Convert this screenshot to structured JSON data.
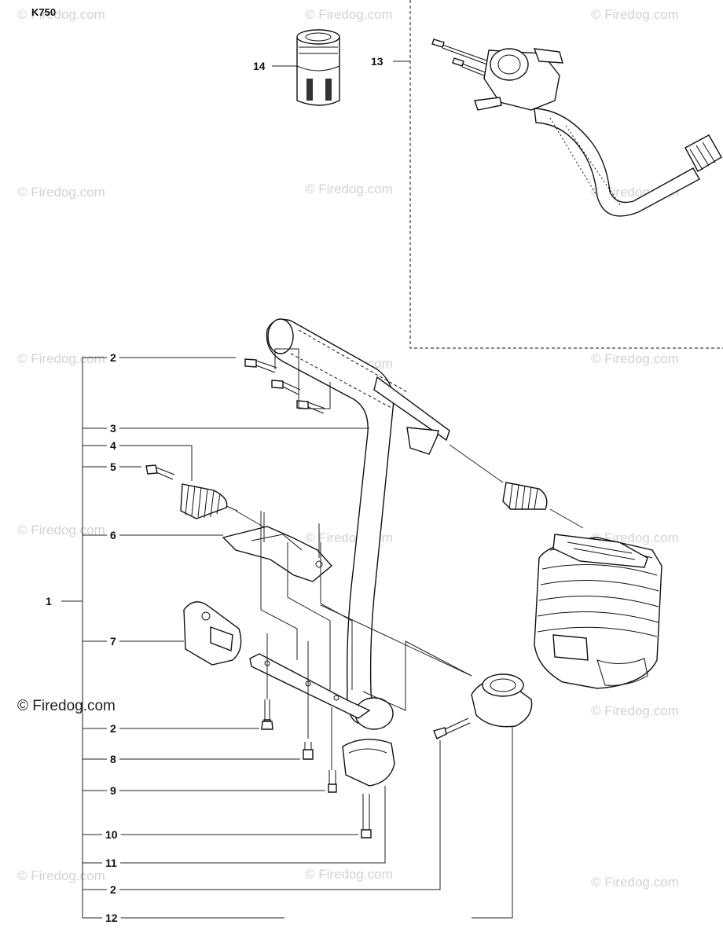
{
  "model": "K750",
  "watermark": "© Firedog.com",
  "callouts": {
    "c14": "14",
    "c13": "13",
    "c1": "1",
    "c2a": "2",
    "c3": "3",
    "c4": "4",
    "c5": "5",
    "c6": "6",
    "c7": "7",
    "c2b": "2",
    "c8": "8",
    "c9": "9",
    "c10": "10",
    "c11": "11",
    "c2c": "2",
    "c12": "12"
  }
}
